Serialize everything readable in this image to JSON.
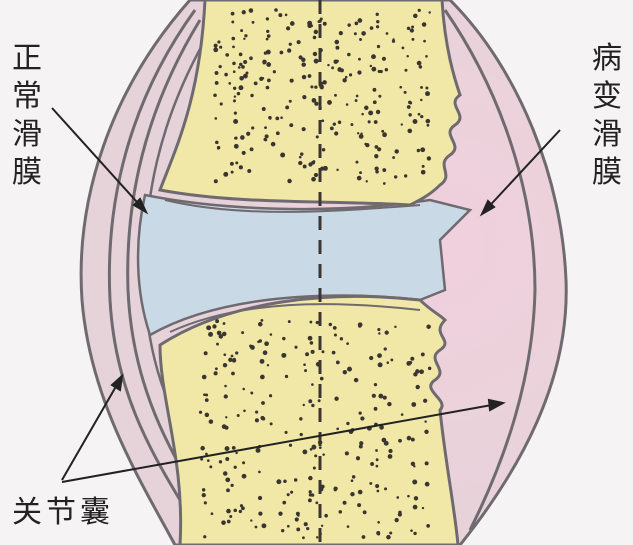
{
  "labels": {
    "normal_synovium": "正常滑膜",
    "diseased_synovium": "病变滑膜",
    "joint_capsule": "关节囊"
  },
  "colors": {
    "background": "#f5f3f4",
    "bone": "#f1e8a8",
    "joint_space": "#c9d9e6",
    "capsule": "#e9cdd6",
    "outline": "#6f6a70",
    "dots": "#3a3530"
  }
}
